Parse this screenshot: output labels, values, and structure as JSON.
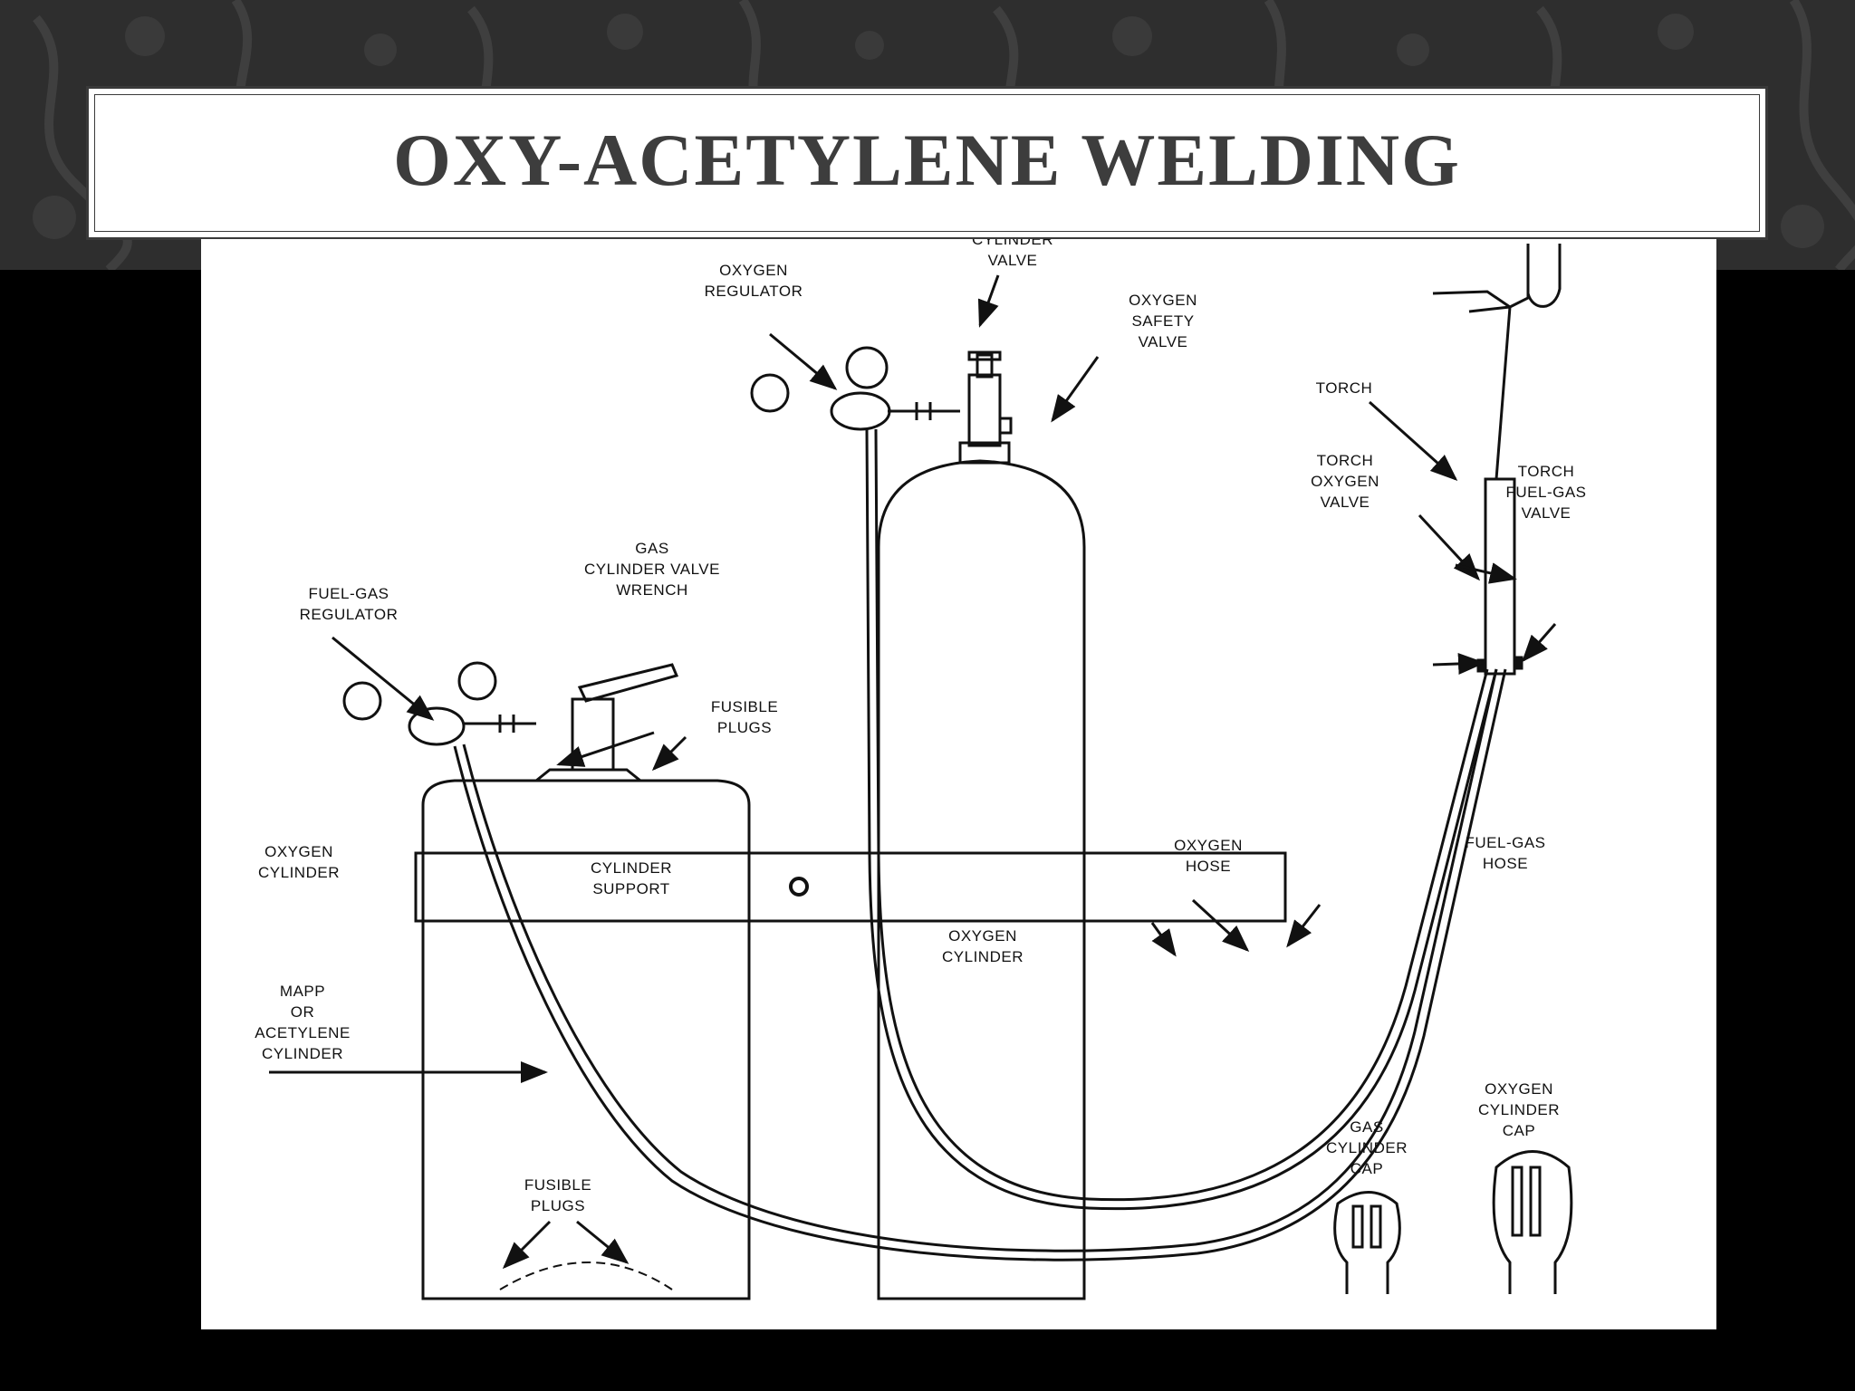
{
  "slide": {
    "title": "OXY-ACETYLENE WELDING"
  },
  "diagram": {
    "labels": {
      "cylinder_valve": [
        "CYLINDER",
        "VALVE"
      ],
      "oxygen_regulator": [
        "OXYGEN",
        "REGULATOR"
      ],
      "oxygen_safety_valve": [
        "OXYGEN",
        "SAFETY",
        "VALVE"
      ],
      "torch": [
        "TORCH"
      ],
      "torch_oxygen_valve": [
        "TORCH",
        "OXYGEN",
        "VALVE"
      ],
      "torch_fuel_gas_valve": [
        "TORCH",
        "FUEL-GAS",
        "VALVE"
      ],
      "gas_cylinder_valve_wrench": [
        "GAS",
        "CYLINDER VALVE",
        "WRENCH"
      ],
      "fuel_gas_regulator": [
        "FUEL-GAS",
        "REGULATOR"
      ],
      "fusible_plugs_top": [
        "FUSIBLE",
        "PLUGS"
      ],
      "oxygen_cylinder_left": [
        "OXYGEN",
        "CYLINDER"
      ],
      "cylinder_support": [
        "CYLINDER",
        "SUPPORT"
      ],
      "mapp_acetylene_cylinder": [
        "MAPP",
        "OR",
        "ACETYLENE",
        "CYLINDER"
      ],
      "fusible_plugs_bottom": [
        "FUSIBLE",
        "PLUGS"
      ],
      "oxygen_cylinder_center": [
        "OXYGEN",
        "CYLINDER"
      ],
      "oxygen_hose": [
        "OXYGEN",
        "HOSE"
      ],
      "fuel_gas_hose": [
        "FUEL-GAS",
        "HOSE"
      ],
      "gas_cylinder_cap": [
        "GAS",
        "CYLINDER",
        "CAP"
      ],
      "oxygen_cylinder_cap": [
        "OXYGEN",
        "CYLINDER",
        "CAP"
      ]
    }
  }
}
